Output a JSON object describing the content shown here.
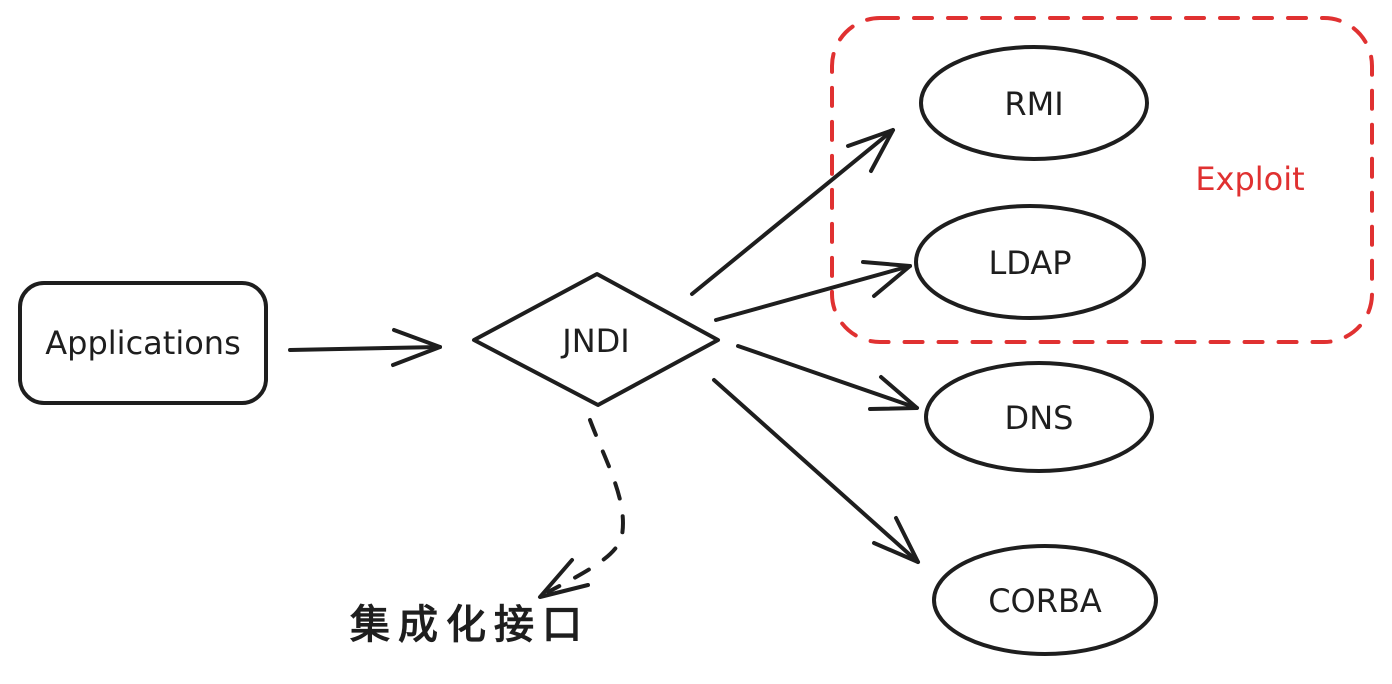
{
  "diagram": {
    "nodes": {
      "applications": {
        "label": "Applications",
        "shape": "rounded-rectangle"
      },
      "jndi": {
        "label": "JNDI",
        "shape": "diamond"
      },
      "rmi": {
        "label": "RMI",
        "shape": "ellipse"
      },
      "ldap": {
        "label": "LDAP",
        "shape": "ellipse"
      },
      "dns": {
        "label": "DNS",
        "shape": "ellipse"
      },
      "corba": {
        "label": "CORBA",
        "shape": "ellipse"
      }
    },
    "group": {
      "label": "Exploit",
      "members": [
        "RMI",
        "LDAP"
      ],
      "color": "#e03131",
      "style": "dashed"
    },
    "annotation": {
      "label": "集成化接口",
      "points_from": "JNDI",
      "style": "dashed"
    },
    "edges": [
      {
        "from": "Applications",
        "to": "JNDI"
      },
      {
        "from": "JNDI",
        "to": "RMI"
      },
      {
        "from": "JNDI",
        "to": "LDAP"
      },
      {
        "from": "JNDI",
        "to": "DNS"
      },
      {
        "from": "JNDI",
        "to": "CORBA"
      }
    ],
    "colors": {
      "stroke": "#1e1e1e",
      "accent": "#e03131",
      "background": "#ffffff"
    }
  }
}
